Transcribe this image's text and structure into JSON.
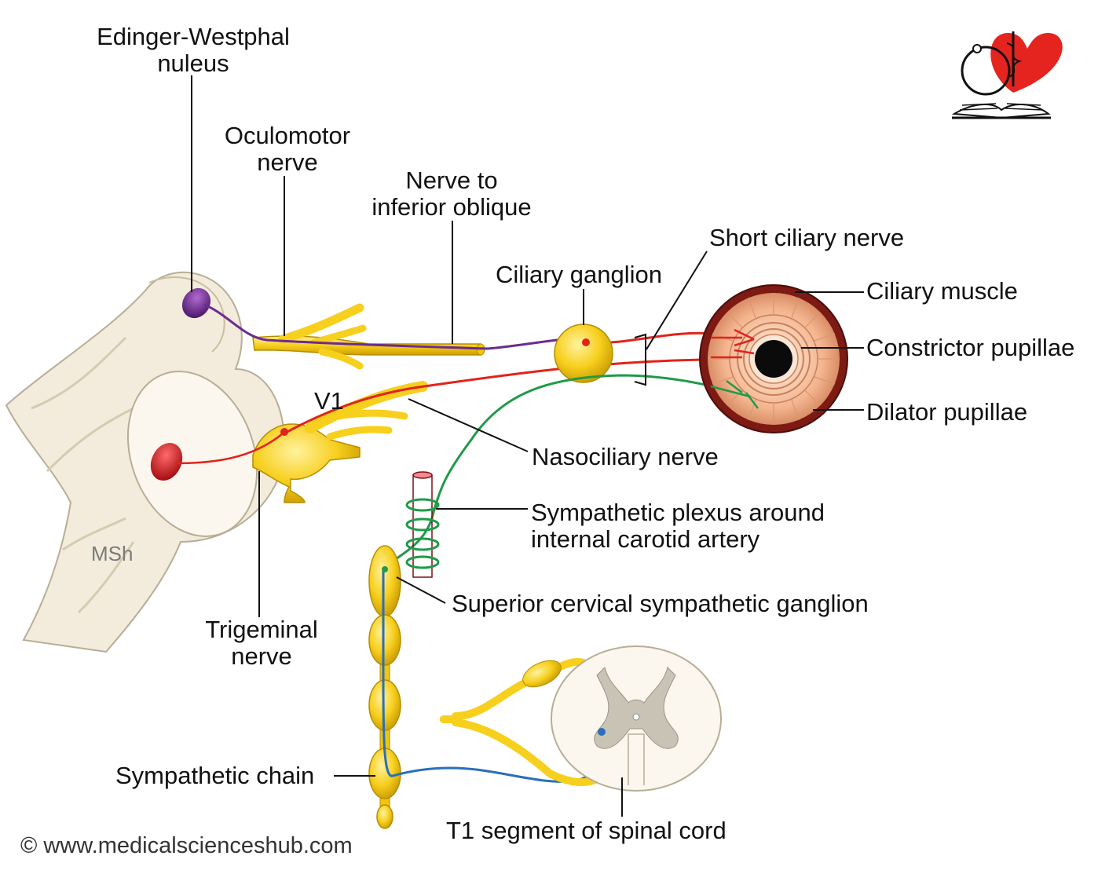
{
  "labels": {
    "edinger_westphal": "Edinger-Westphal",
    "edinger_westphal_2": "nuleus",
    "oculomotor": "Oculomotor",
    "oculomotor_2": "nerve",
    "nerve_to_io": "Nerve to",
    "nerve_to_io_2": "inferior oblique",
    "ciliary_ganglion": "Ciliary ganglion",
    "short_ciliary": "Short ciliary nerve",
    "ciliary_muscle": "Ciliary muscle",
    "constrictor": "Constrictor pupillae",
    "dilator": "Dilator pupillae",
    "v1": "V1",
    "nasociliary": "Nasociliary nerve",
    "symp_plexus": "Sympathetic plexus around",
    "symp_plexus_2": "internal carotid artery",
    "sup_cervical": "Superior cervical sympathetic ganglion",
    "trigeminal": "Trigeminal",
    "trigeminal_2": "nerve",
    "symp_chain": "Sympathetic chain",
    "t1_segment": "T1 segment of spinal cord",
    "msh": "MSh"
  },
  "copyright": "© www.medicalscienceshub.com",
  "colors": {
    "nerve_yellow": "#f7cf1d",
    "parasympathetic_red": "#e2231a",
    "sympathetic_green": "#1f9a48",
    "preganglionic_blue": "#2a6fb8",
    "edinger_purple": "#6b2c8f",
    "brainstem": "#f3ecdc",
    "artery": "#d9363e",
    "iris": "#f0b08a",
    "logo_heart": "#e52420"
  }
}
